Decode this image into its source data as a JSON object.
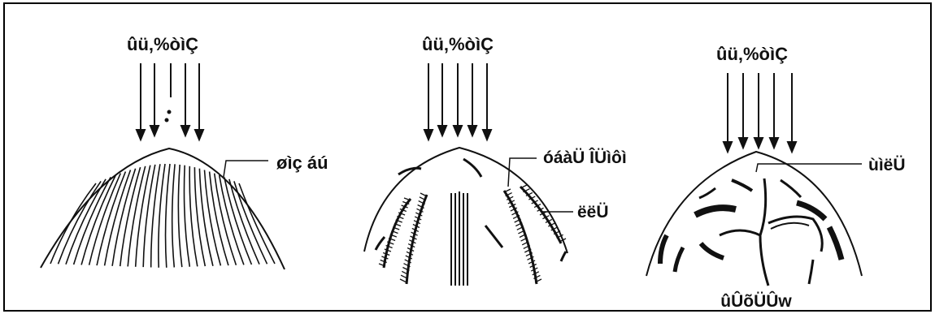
{
  "colors": {
    "ink": "#111111",
    "frame": "#000000",
    "background": "#ffffff"
  },
  "panels": [
    {
      "arrow_label": "ûü‚%òìÇ",
      "callouts": [
        "øìç áú"
      ]
    },
    {
      "arrow_label": "ûü‚%òìÇ",
      "callouts": [
        "óáàÜ ÎÜìôì",
        "ëëÜ"
      ]
    },
    {
      "arrow_label": "ûü‚%òìÇ",
      "callouts": [
        "ùìëÜ",
        "ûÛõÜÛw"
      ]
    }
  ]
}
